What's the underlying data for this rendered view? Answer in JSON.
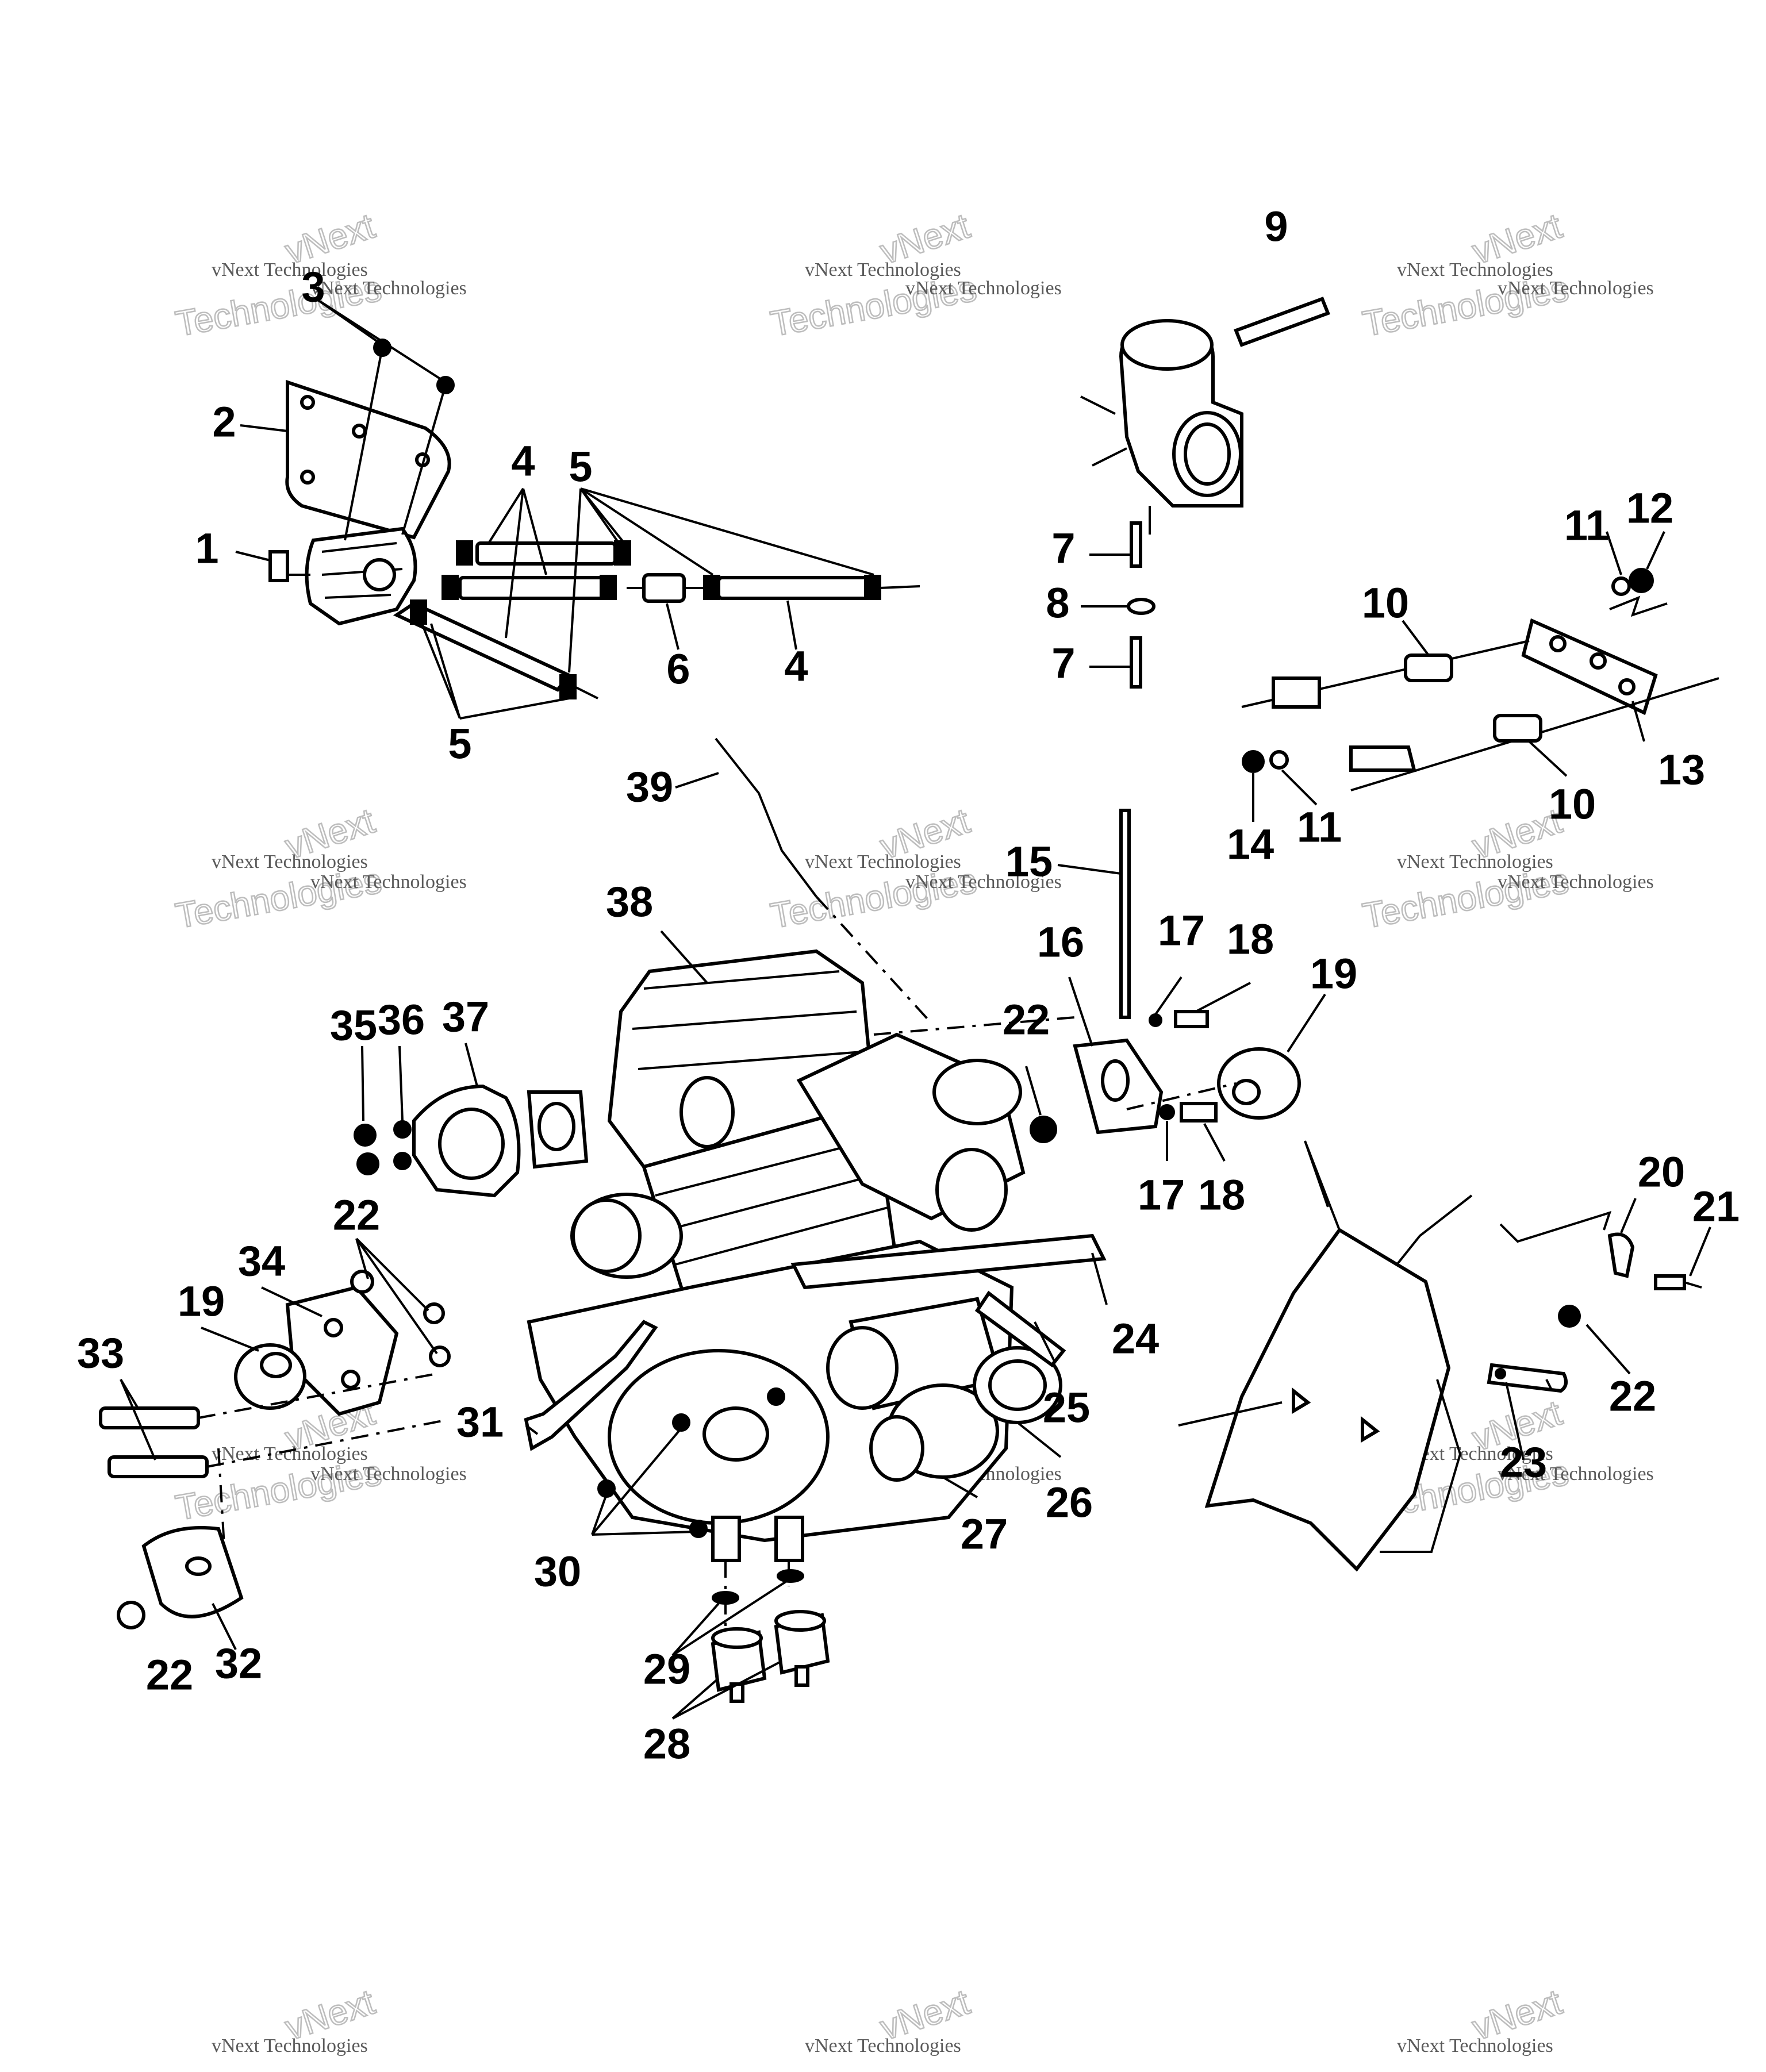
{
  "diagram": {
    "callouts": [
      {
        "id": "c3",
        "text": "3"
      },
      {
        "id": "c2",
        "text": "2"
      },
      {
        "id": "c1",
        "text": "1"
      },
      {
        "id": "c4a",
        "text": "4"
      },
      {
        "id": "c5a",
        "text": "5"
      },
      {
        "id": "c6",
        "text": "6"
      },
      {
        "id": "c4b",
        "text": "4"
      },
      {
        "id": "c5b",
        "text": "5"
      },
      {
        "id": "c9",
        "text": "9"
      },
      {
        "id": "c7a",
        "text": "7"
      },
      {
        "id": "c8",
        "text": "8"
      },
      {
        "id": "c7b",
        "text": "7"
      },
      {
        "id": "c11a",
        "text": "11"
      },
      {
        "id": "c12",
        "text": "12"
      },
      {
        "id": "c10a",
        "text": "10"
      },
      {
        "id": "c13",
        "text": "13"
      },
      {
        "id": "c14",
        "text": "14"
      },
      {
        "id": "c11b",
        "text": "11"
      },
      {
        "id": "c10b",
        "text": "10"
      },
      {
        "id": "c39",
        "text": "39"
      },
      {
        "id": "c15",
        "text": "15"
      },
      {
        "id": "c38",
        "text": "38"
      },
      {
        "id": "c16",
        "text": "16"
      },
      {
        "id": "c17a",
        "text": "17"
      },
      {
        "id": "c18a",
        "text": "18"
      },
      {
        "id": "c19a",
        "text": "19"
      },
      {
        "id": "c35",
        "text": "35"
      },
      {
        "id": "c36",
        "text": "36"
      },
      {
        "id": "c37",
        "text": "37"
      },
      {
        "id": "c22a",
        "text": "22"
      },
      {
        "id": "c17b",
        "text": "17"
      },
      {
        "id": "c18b",
        "text": "18"
      },
      {
        "id": "c20",
        "text": "20"
      },
      {
        "id": "c21",
        "text": "21"
      },
      {
        "id": "c22b",
        "text": "22"
      },
      {
        "id": "c34",
        "text": "34"
      },
      {
        "id": "c19b",
        "text": "19"
      },
      {
        "id": "c24",
        "text": "24"
      },
      {
        "id": "c33",
        "text": "33"
      },
      {
        "id": "c25",
        "text": "25"
      },
      {
        "id": "c22c",
        "text": "22"
      },
      {
        "id": "c31",
        "text": "31"
      },
      {
        "id": "c23",
        "text": "23"
      },
      {
        "id": "c26",
        "text": "26"
      },
      {
        "id": "c27",
        "text": "27"
      },
      {
        "id": "c30",
        "text": "30"
      },
      {
        "id": "c29",
        "text": "29"
      },
      {
        "id": "c22d",
        "text": "22"
      },
      {
        "id": "c32",
        "text": "32"
      },
      {
        "id": "c28",
        "text": "28"
      }
    ]
  },
  "watermark": {
    "line1": "vNext Technologies",
    "line2a": "vNext",
    "line2b": "Technologies"
  }
}
